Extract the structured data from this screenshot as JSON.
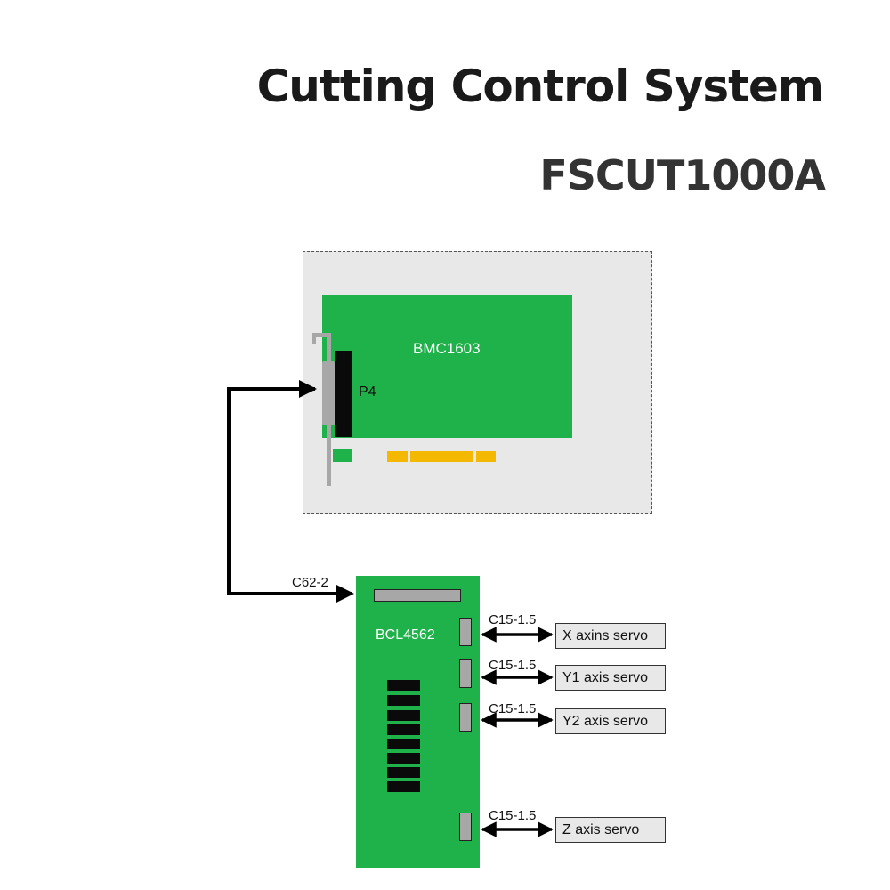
{
  "header": {
    "title": "Cutting Control System",
    "subtitle": "FSCUT1000A"
  },
  "boards": {
    "bmc": {
      "label": "BMC1603",
      "connector_label": "P4"
    },
    "bcl": {
      "label": "BCL4562"
    }
  },
  "cables": {
    "main": "C62-2",
    "servo_x": "C15-1.5",
    "servo_y1": "C15-1.5",
    "servo_y2": "C15-1.5",
    "servo_z": "C15-1.5"
  },
  "servos": {
    "x": "X axins servo",
    "y1": "Y1 axis servo",
    "y2": "Y2 axis servo",
    "z": "Z axis servo"
  },
  "colors": {
    "pcb_green": "#1fb24a",
    "gold_finger": "#f5b800",
    "host_background": "#e8e8e8",
    "connector_black": "#0a0a0a",
    "metal_gray": "#a7a7a7"
  }
}
